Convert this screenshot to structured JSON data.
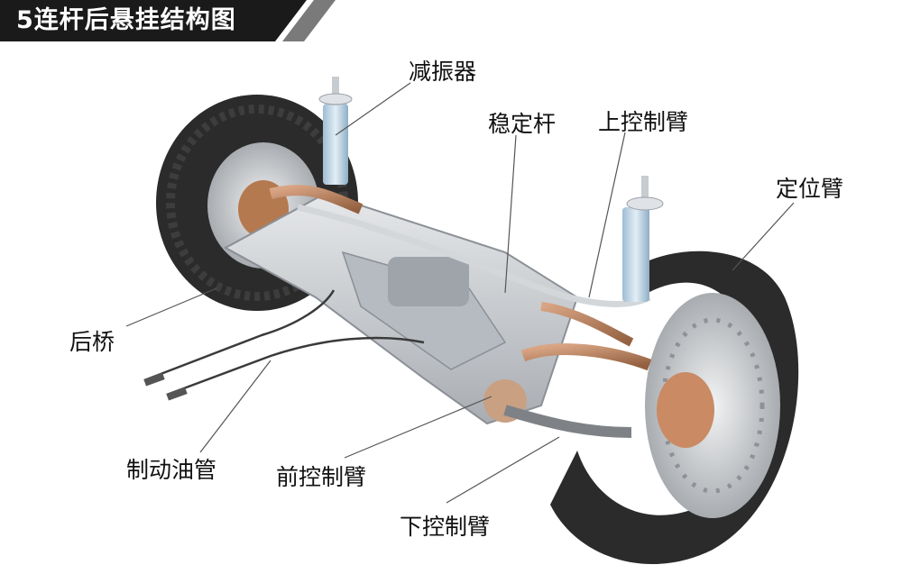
{
  "title": "5连杆后悬挂结构图",
  "labels": {
    "shock_absorber": "减振器",
    "stabilizer_bar": "稳定杆",
    "upper_control_arm": "上控制臂",
    "trailing_arm": "定位臂",
    "rear_axle": "后桥",
    "brake_line": "制动油管",
    "front_control_arm": "前控制臂",
    "lower_control_arm": "下控制臂"
  },
  "colors": {
    "title_bg": "#1a1a1a",
    "title_stripe": "#7a7a7a",
    "leader_line": "#555555",
    "tire": "#2b2b2b",
    "subframe": "#c9ccd0",
    "strut": "#b8cfe0",
    "copper_arm": "#b07a5a"
  }
}
